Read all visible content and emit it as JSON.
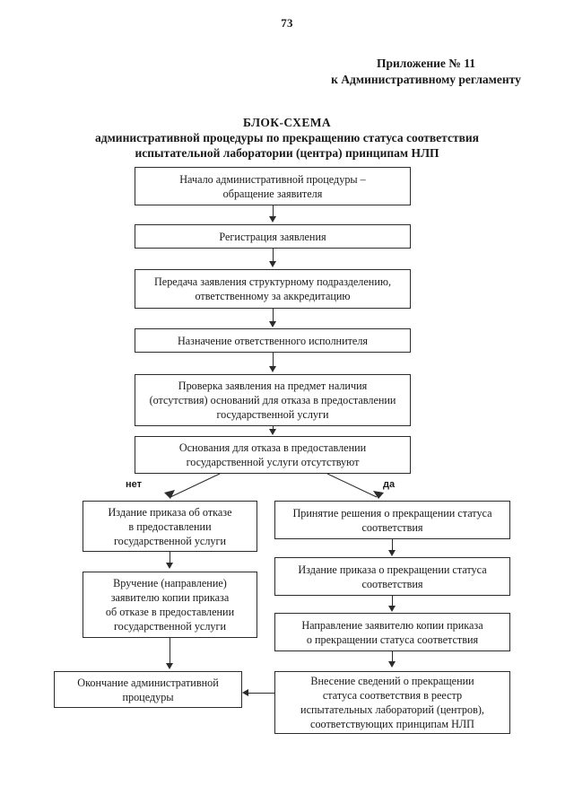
{
  "document": {
    "page_number": "73",
    "appendix": [
      "Приложение № 11",
      "к Административному регламенту"
    ],
    "title_main": "БЛОК-СХЕМА",
    "title_sub": [
      "административной процедуры по прекращению статуса соответствия",
      "испытательной лаборатории (центра) принципам НЛП"
    ]
  },
  "flowchart": {
    "nodes": {
      "start": {
        "lines": [
          "Начало административной процедуры –",
          "обращение заявителя"
        ]
      },
      "registration": {
        "lines": [
          "Регистрация заявления"
        ]
      },
      "transfer": {
        "lines": [
          "Передача заявления структурному подразделению,",
          "ответственному за аккредитацию"
        ]
      },
      "assign": {
        "lines": [
          "Назначение ответственного исполнителя"
        ]
      },
      "check": {
        "lines": [
          "Проверка заявления на предмет наличия",
          "(отсутствия) оснований для отказа в предоставлении",
          "государственной услуги"
        ]
      },
      "decision": {
        "lines": [
          "Основания для отказа в предоставлении",
          "государственной услуги отсутствуют"
        ]
      },
      "refusal_order": {
        "lines": [
          "Издание приказа об отказе",
          "в предоставлении",
          "государственной услуги"
        ]
      },
      "refusal_delivery": {
        "lines": [
          "Вручение (направление)",
          "заявителю копии приказа",
          "об отказе в предоставлении",
          "государственной услуги"
        ]
      },
      "end": {
        "lines": [
          "Окончание административной",
          "процедуры"
        ]
      },
      "decision_taken": {
        "lines": [
          "Принятие решения о прекращении статуса",
          "соответствия"
        ]
      },
      "termination_order": {
        "lines": [
          "Издание приказа о прекращении статуса",
          "соответствия"
        ]
      },
      "send_copy": {
        "lines": [
          "Направление заявителю копии приказа",
          "о прекращении статуса соответствия"
        ]
      },
      "registry_entry": {
        "lines": [
          "Внесение сведений о прекращении",
          "статуса соответствия в реестр",
          "испытательных лабораторий (центров),",
          "соответствующих принципам НЛП"
        ]
      }
    },
    "branch_labels": {
      "no": "нет",
      "yes": "да"
    }
  }
}
